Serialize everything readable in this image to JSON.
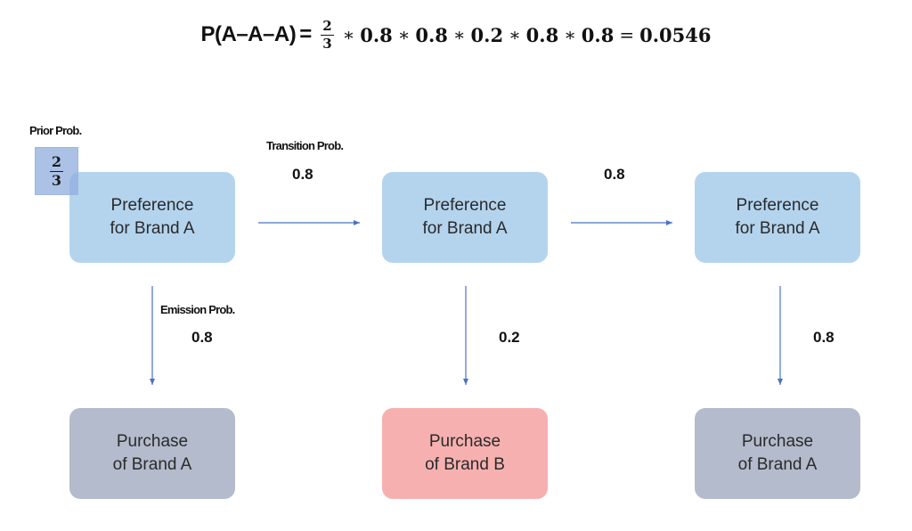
{
  "formula": {
    "lhs": "P(A–A–A)",
    "equals": "=",
    "prior_numerator": "2",
    "prior_denominator": "3",
    "factors": [
      "0.8",
      "0.8",
      "0.2",
      "0.8",
      "0.8"
    ],
    "operator": "∗",
    "result_equals": "=",
    "result": "0.0546"
  },
  "labels": {
    "prior": "Prior Prob.",
    "transition": "Transition Prob.",
    "emission": "Emission Prob."
  },
  "prior": {
    "numerator": "2",
    "denominator": "3"
  },
  "states": [
    {
      "line1": "Preference",
      "line2": "for Brand A"
    },
    {
      "line1": "Preference",
      "line2": "for Brand A"
    },
    {
      "line1": "Preference",
      "line2": "for Brand A"
    }
  ],
  "observations": [
    {
      "line1": "Purchase",
      "line2": "of Brand A",
      "color": "#b3bbcc"
    },
    {
      "line1": "Purchase",
      "line2": "of Brand B",
      "color": "#f7b0b0"
    },
    {
      "line1": "Purchase",
      "line2": "of Brand A",
      "color": "#b3bbcc"
    }
  ],
  "transitions": [
    "0.8",
    "0.8"
  ],
  "emissions": [
    "0.8",
    "0.2",
    "0.8"
  ],
  "colors": {
    "arrow": "#4a72c4",
    "state": "#b4d4ee"
  }
}
